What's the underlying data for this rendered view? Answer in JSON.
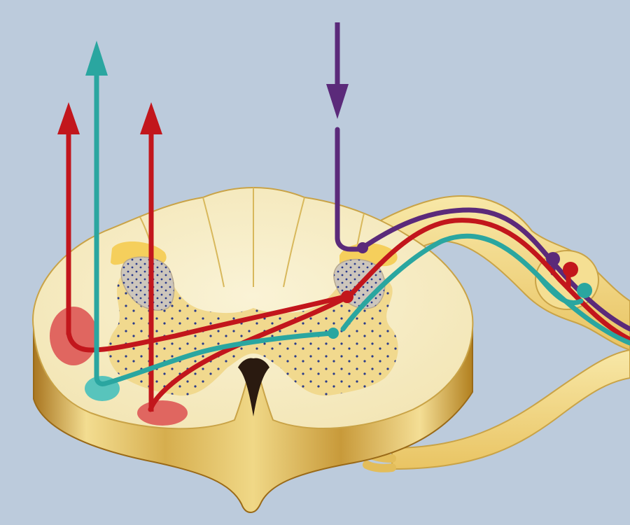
{
  "colors": {
    "background": "#bccbdc",
    "spinal_surface": "#f7eec9",
    "spinal_outline": "#c9a347",
    "side_wall_light": "#f2dc8e",
    "side_wall_dark": "#b07c1e",
    "grey_matter": "#f1d98e",
    "dorsal_cap": "#f5cf5c",
    "nucleus": "#cdc6bc",
    "dots": "#2a3a8a",
    "red_pathway": "#c2161c",
    "teal_pathway": "#2aa6a0",
    "purple_pathway": "#5b2a7a",
    "red_tract": "#e06660",
    "teal_tract": "#58c4bc"
  },
  "pathways": [
    {
      "id": "red-left",
      "color": "red_pathway",
      "direction": "ascending"
    },
    {
      "id": "teal",
      "color": "teal_pathway",
      "direction": "ascending"
    },
    {
      "id": "red-right",
      "color": "red_pathway",
      "direction": "ascending"
    },
    {
      "id": "purple",
      "color": "purple_pathway",
      "direction": "descending"
    }
  ],
  "icons": [
    "up-arrow-icon",
    "down-arrow-icon"
  ]
}
